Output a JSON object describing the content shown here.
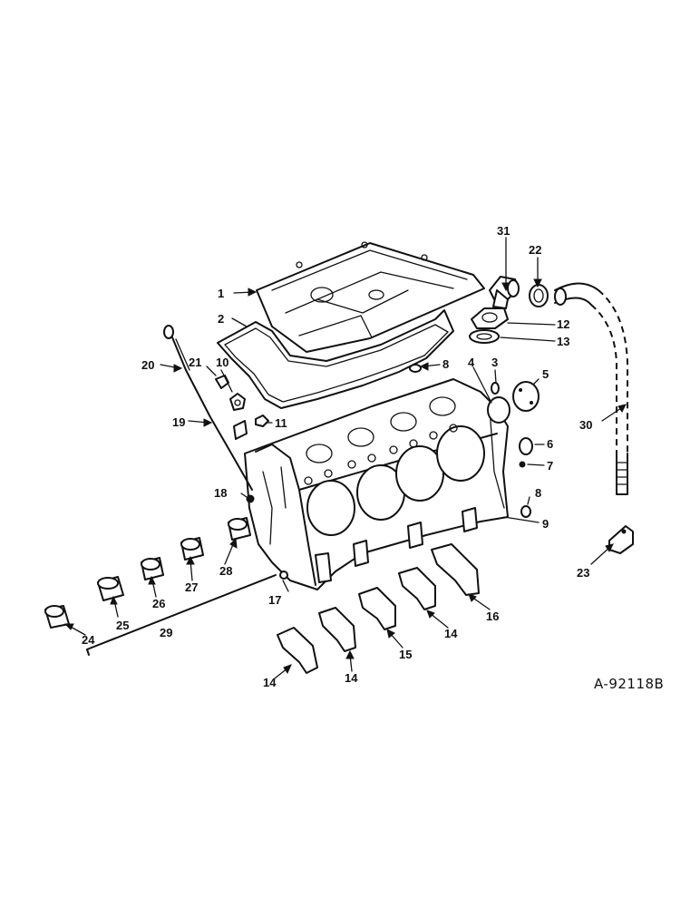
{
  "figure": {
    "reference": "A-92118B",
    "callouts": [
      {
        "id": "c1",
        "text": "1"
      },
      {
        "id": "c2",
        "text": "2"
      },
      {
        "id": "c3",
        "text": "3"
      },
      {
        "id": "c4",
        "text": "4"
      },
      {
        "id": "c5",
        "text": "5"
      },
      {
        "id": "c6",
        "text": "6"
      },
      {
        "id": "c7",
        "text": "7"
      },
      {
        "id": "c8a",
        "text": "8"
      },
      {
        "id": "c8b",
        "text": "8"
      },
      {
        "id": "c9",
        "text": "9"
      },
      {
        "id": "c10",
        "text": "10"
      },
      {
        "id": "c11",
        "text": "11"
      },
      {
        "id": "c12",
        "text": "12"
      },
      {
        "id": "c13",
        "text": "13"
      },
      {
        "id": "c14a",
        "text": "14"
      },
      {
        "id": "c14b",
        "text": "14"
      },
      {
        "id": "c14c",
        "text": "14"
      },
      {
        "id": "c15",
        "text": "15"
      },
      {
        "id": "c16",
        "text": "16"
      },
      {
        "id": "c17",
        "text": "17"
      },
      {
        "id": "c18",
        "text": "18"
      },
      {
        "id": "c19",
        "text": "19"
      },
      {
        "id": "c20",
        "text": "20"
      },
      {
        "id": "c21",
        "text": "21"
      },
      {
        "id": "c22",
        "text": "22"
      },
      {
        "id": "c23",
        "text": "23"
      },
      {
        "id": "c24",
        "text": "24"
      },
      {
        "id": "c25",
        "text": "25"
      },
      {
        "id": "c26",
        "text": "26"
      },
      {
        "id": "c27",
        "text": "27"
      },
      {
        "id": "c28",
        "text": "28"
      },
      {
        "id": "c29",
        "text": "29"
      },
      {
        "id": "c30",
        "text": "30"
      },
      {
        "id": "c31",
        "text": "31"
      }
    ]
  }
}
